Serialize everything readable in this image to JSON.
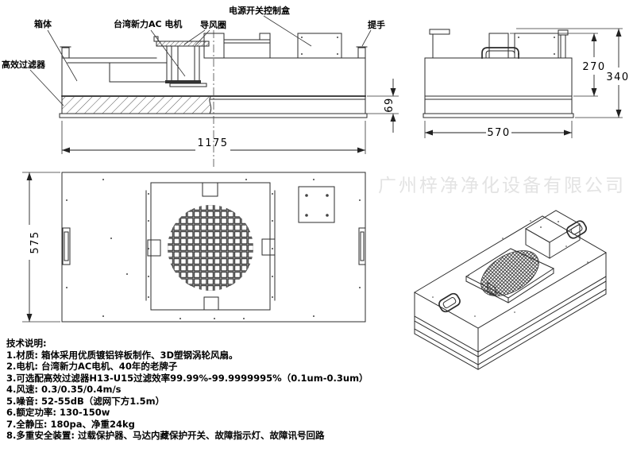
{
  "company_watermark": "广州梓净净化设备有限公司",
  "labels": {
    "hepa_filter": "高效过滤器",
    "cabinet": "箱体",
    "motor": "台湾新力AC 电机",
    "air_guide_ring": "导风圈",
    "power_switch_box": "电源开关控制盒",
    "handle": "提手"
  },
  "dimensions": {
    "top_width": "1175",
    "plan_depth": "575",
    "filter_height": "69",
    "body_height": "270",
    "total_height": "340",
    "side_width": "570"
  },
  "tech_notes": {
    "title": "技术说明:",
    "lines": [
      "1.材质: 箱体采用优质镀铝锌板制作、3D塑钢涡轮风扇。",
      "2.电机: 台湾新力AC电机、40年的老牌子",
      "3.可选配高效过滤器H13-U15过滤效率99.99%-99.9999995%（0.1um-0.3um）",
      "4.风速: 0.3/0.35/0.4m/s",
      "5.噪音: 52-55dB（滤网下方1.5m）",
      "6.额定功率: 130-150w",
      "7.全静压: 180pa、净重24kg",
      "8.多重安全装置: 过载保护器、马达内藏保护开关、故障指示灯、故障讯号回路"
    ]
  },
  "colors": {
    "line": "#2b2b2b",
    "watermark": "#e3e3e3",
    "text": "#000000"
  }
}
